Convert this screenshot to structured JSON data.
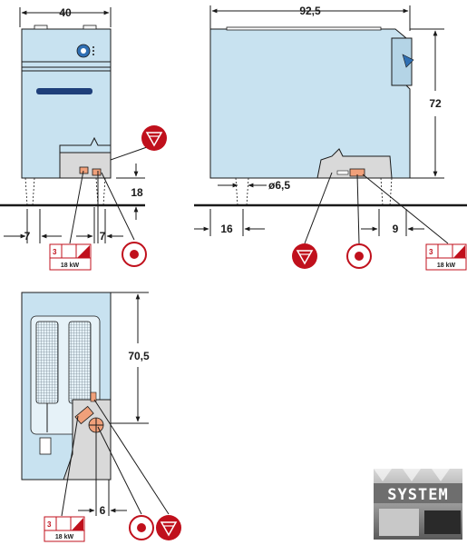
{
  "dimensions": {
    "front_width": "40",
    "side_depth": "92,5",
    "side_height": "72",
    "foot_height": "18",
    "front_left_offset": "7",
    "front_right_offset": "7",
    "foot_diameter": "ø6,5",
    "side_left_offset": "16",
    "side_right_offset": "9",
    "top_height": "70,5",
    "top_offset": "6"
  },
  "electric_label": {
    "phase": "3",
    "power": "18 kW"
  },
  "logo": {
    "text": "SYSTEM"
  },
  "icons": {
    "electric_connection": "electric-connection-icon",
    "drain": "drain-target-icon",
    "water_outlet": "water-outlet-icon"
  },
  "colors": {
    "appliance_body": "#c8e2f0",
    "connection_red": "#c0101c",
    "heating_element": "#f0a07a",
    "connection_panel": "#d9d9d9"
  }
}
